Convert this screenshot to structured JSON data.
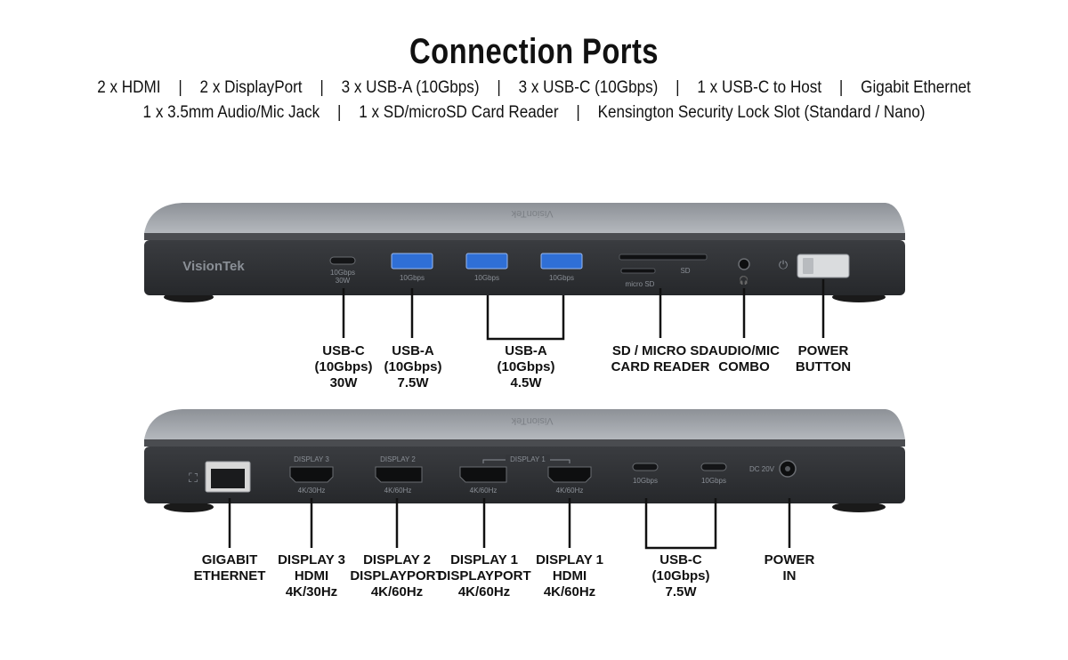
{
  "title": "Connection Ports",
  "specs_line1": [
    "2 x HDMI",
    "2 x DisplayPort",
    "3 x USB-A (10Gbps)",
    "3 x USB-C (10Gbps)",
    "1 x USB-C to Host",
    "Gigabit Ethernet"
  ],
  "specs_line2": [
    "1 x 3.5mm Audio/Mic Jack",
    "1 x SD/microSD Card Reader",
    "Kensington Security Lock Slot (Standard / Nano)"
  ],
  "separator": "|",
  "device": {
    "brand": "VisionTek",
    "front_ports": {
      "usbc": "10Gbps",
      "usbc_power": "30W",
      "usba": "10Gbps",
      "microsd": "micro SD",
      "sd": "SD"
    },
    "rear_ports": {
      "display3": "DISPLAY 3",
      "display2": "DISPLAY 2",
      "display1": "DISPLAY 1",
      "res_30": "4K/30Hz",
      "res_60": "4K/60Hz",
      "usbc": "10Gbps",
      "dc": "DC 20V"
    }
  },
  "front_labels": {
    "usbc": [
      "USB-C",
      "(10Gbps)",
      "30W"
    ],
    "usba1": [
      "USB-A",
      "(10Gbps)",
      "7.5W"
    ],
    "usba2": [
      "USB-A",
      "(10Gbps)",
      "4.5W"
    ],
    "sd": [
      "SD / MICRO SD",
      "CARD READER"
    ],
    "audio": [
      "AUDIO/MIC",
      "COMBO"
    ],
    "power": [
      "POWER",
      "BUTTON"
    ]
  },
  "rear_labels": {
    "ethernet": [
      "GIGABIT",
      "ETHERNET"
    ],
    "display3": [
      "DISPLAY 3",
      "HDMI",
      "4K/30Hz"
    ],
    "display2": [
      "DISPLAY 2",
      "DISPLAYPORT",
      "4K/60Hz"
    ],
    "display1dp": [
      "DISPLAY 1",
      "DISPLAYPORT",
      "4K/60Hz"
    ],
    "display1hdmi": [
      "DISPLAY 1",
      "HDMI",
      "4K/60Hz"
    ],
    "usbc": [
      "USB-C",
      "(10Gbps)",
      "7.5W"
    ],
    "power": [
      "POWER",
      "IN"
    ]
  },
  "colors": {
    "top_shell": "#a9adb3",
    "front_face": "#2f3135",
    "usb_blue": "#2f6fd6",
    "text": "#111111"
  }
}
